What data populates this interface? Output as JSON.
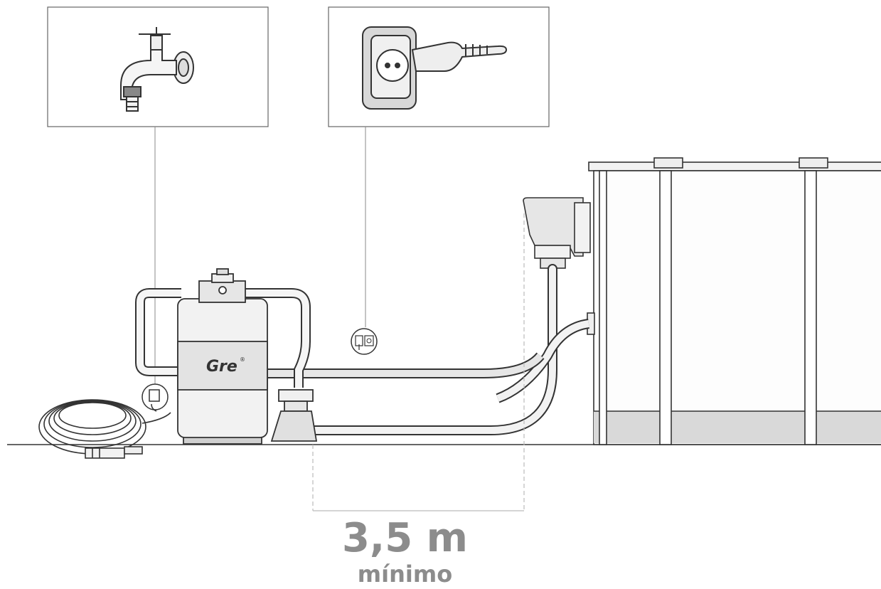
{
  "brand": {
    "logo_text": "Gre",
    "logo_mark": "®"
  },
  "measurement": {
    "distance": "3,5 m",
    "qualifier": "mínimo"
  },
  "icons": {
    "tap_detail": "water-tap-icon",
    "plug_detail": "power-plug-socket-icon",
    "hose_connector_marker": "hose-connector-icon",
    "power_marker": "power-socket-marker-icon"
  },
  "colors": {
    "line": "#333333",
    "fill_light": "#eeeeee",
    "fill_mid": "#d6d6d6",
    "pool_water_band": "#d9d9d9",
    "dimension_line": "#bbbbbb",
    "label_text": "#8c8c8c"
  }
}
